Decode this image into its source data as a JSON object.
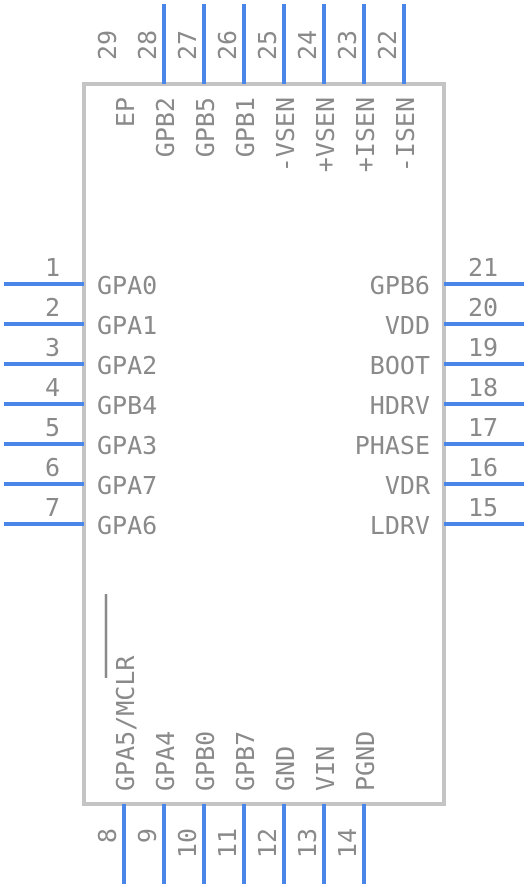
{
  "component": {
    "left_pins": [
      {
        "number": "1",
        "name": "GPA0"
      },
      {
        "number": "2",
        "name": "GPA1"
      },
      {
        "number": "3",
        "name": "GPA2"
      },
      {
        "number": "4",
        "name": "GPB4"
      },
      {
        "number": "5",
        "name": "GPA3"
      },
      {
        "number": "6",
        "name": "GPA7"
      },
      {
        "number": "7",
        "name": "GPA6"
      }
    ],
    "right_pins": [
      {
        "number": "21",
        "name": "GPB6"
      },
      {
        "number": "20",
        "name": "VDD"
      },
      {
        "number": "19",
        "name": "BOOT"
      },
      {
        "number": "18",
        "name": "HDRV"
      },
      {
        "number": "17",
        "name": "PHASE"
      },
      {
        "number": "16",
        "name": "VDR"
      },
      {
        "number": "15",
        "name": "LDRV"
      }
    ],
    "top_pins": [
      {
        "number": "29",
        "name": "EP"
      },
      {
        "number": "28",
        "name": "GPB2"
      },
      {
        "number": "27",
        "name": "GPB5"
      },
      {
        "number": "26",
        "name": "GPB1"
      },
      {
        "number": "25",
        "name": "-VSEN"
      },
      {
        "number": "24",
        "name": "+VSEN"
      },
      {
        "number": "23",
        "name": "+ISEN"
      },
      {
        "number": "22",
        "name": "-ISEN"
      }
    ],
    "bottom_pins": [
      {
        "number": "8",
        "name": "GPA5/MCLR"
      },
      {
        "number": "9",
        "name": "GPA4"
      },
      {
        "number": "10",
        "name": "GPB0"
      },
      {
        "number": "11",
        "name": "GPB7"
      },
      {
        "number": "12",
        "name": "GND"
      },
      {
        "number": "13",
        "name": "VIN"
      },
      {
        "number": "14",
        "name": "PGND"
      }
    ],
    "colors": {
      "pin": "#4a86e8",
      "outline": "#c4c4c4",
      "text": "#8a8a8a"
    }
  }
}
